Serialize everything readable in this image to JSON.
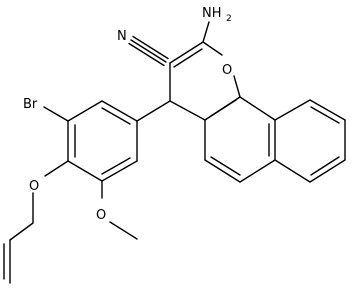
{
  "molecule": {
    "atom_labels": {
      "amino": "NH",
      "amino_subscript": "2",
      "nitrile_n": "N",
      "ring_o": "O",
      "bromo": "Br",
      "ether_o_allyl": "O",
      "ether_o_methoxy": "O"
    }
  }
}
